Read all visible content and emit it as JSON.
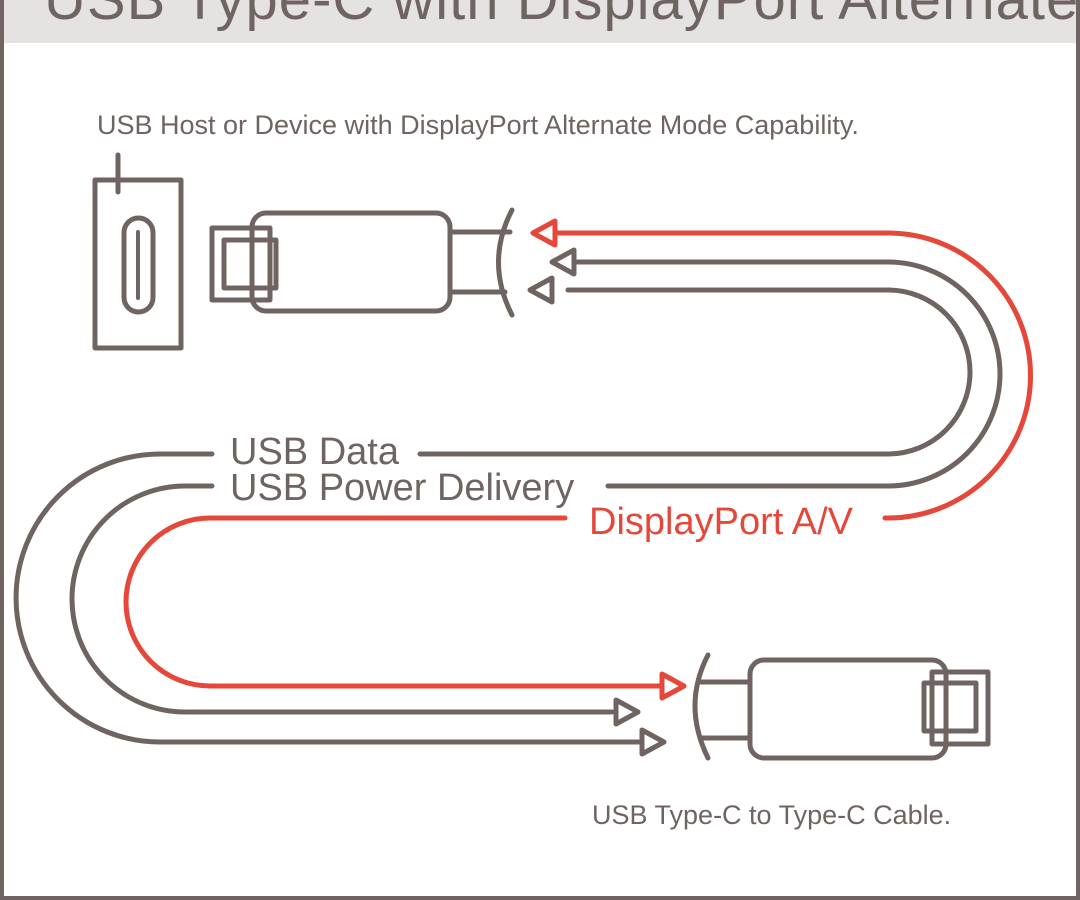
{
  "header": {
    "title": "USB Type-C with DisplayPort Alternate Mode"
  },
  "captions": {
    "host": "USB Host or Device with DisplayPort Alternate Mode Capability.",
    "cable": "USB Type-C to Type-C Cable."
  },
  "signals": {
    "data": "USB Data",
    "power": "USB Power Delivery",
    "displayport": "DisplayPort A/V"
  },
  "colors": {
    "line": "#6f6461",
    "accent": "#e5483a",
    "header_bg": "#e5e3e2"
  }
}
